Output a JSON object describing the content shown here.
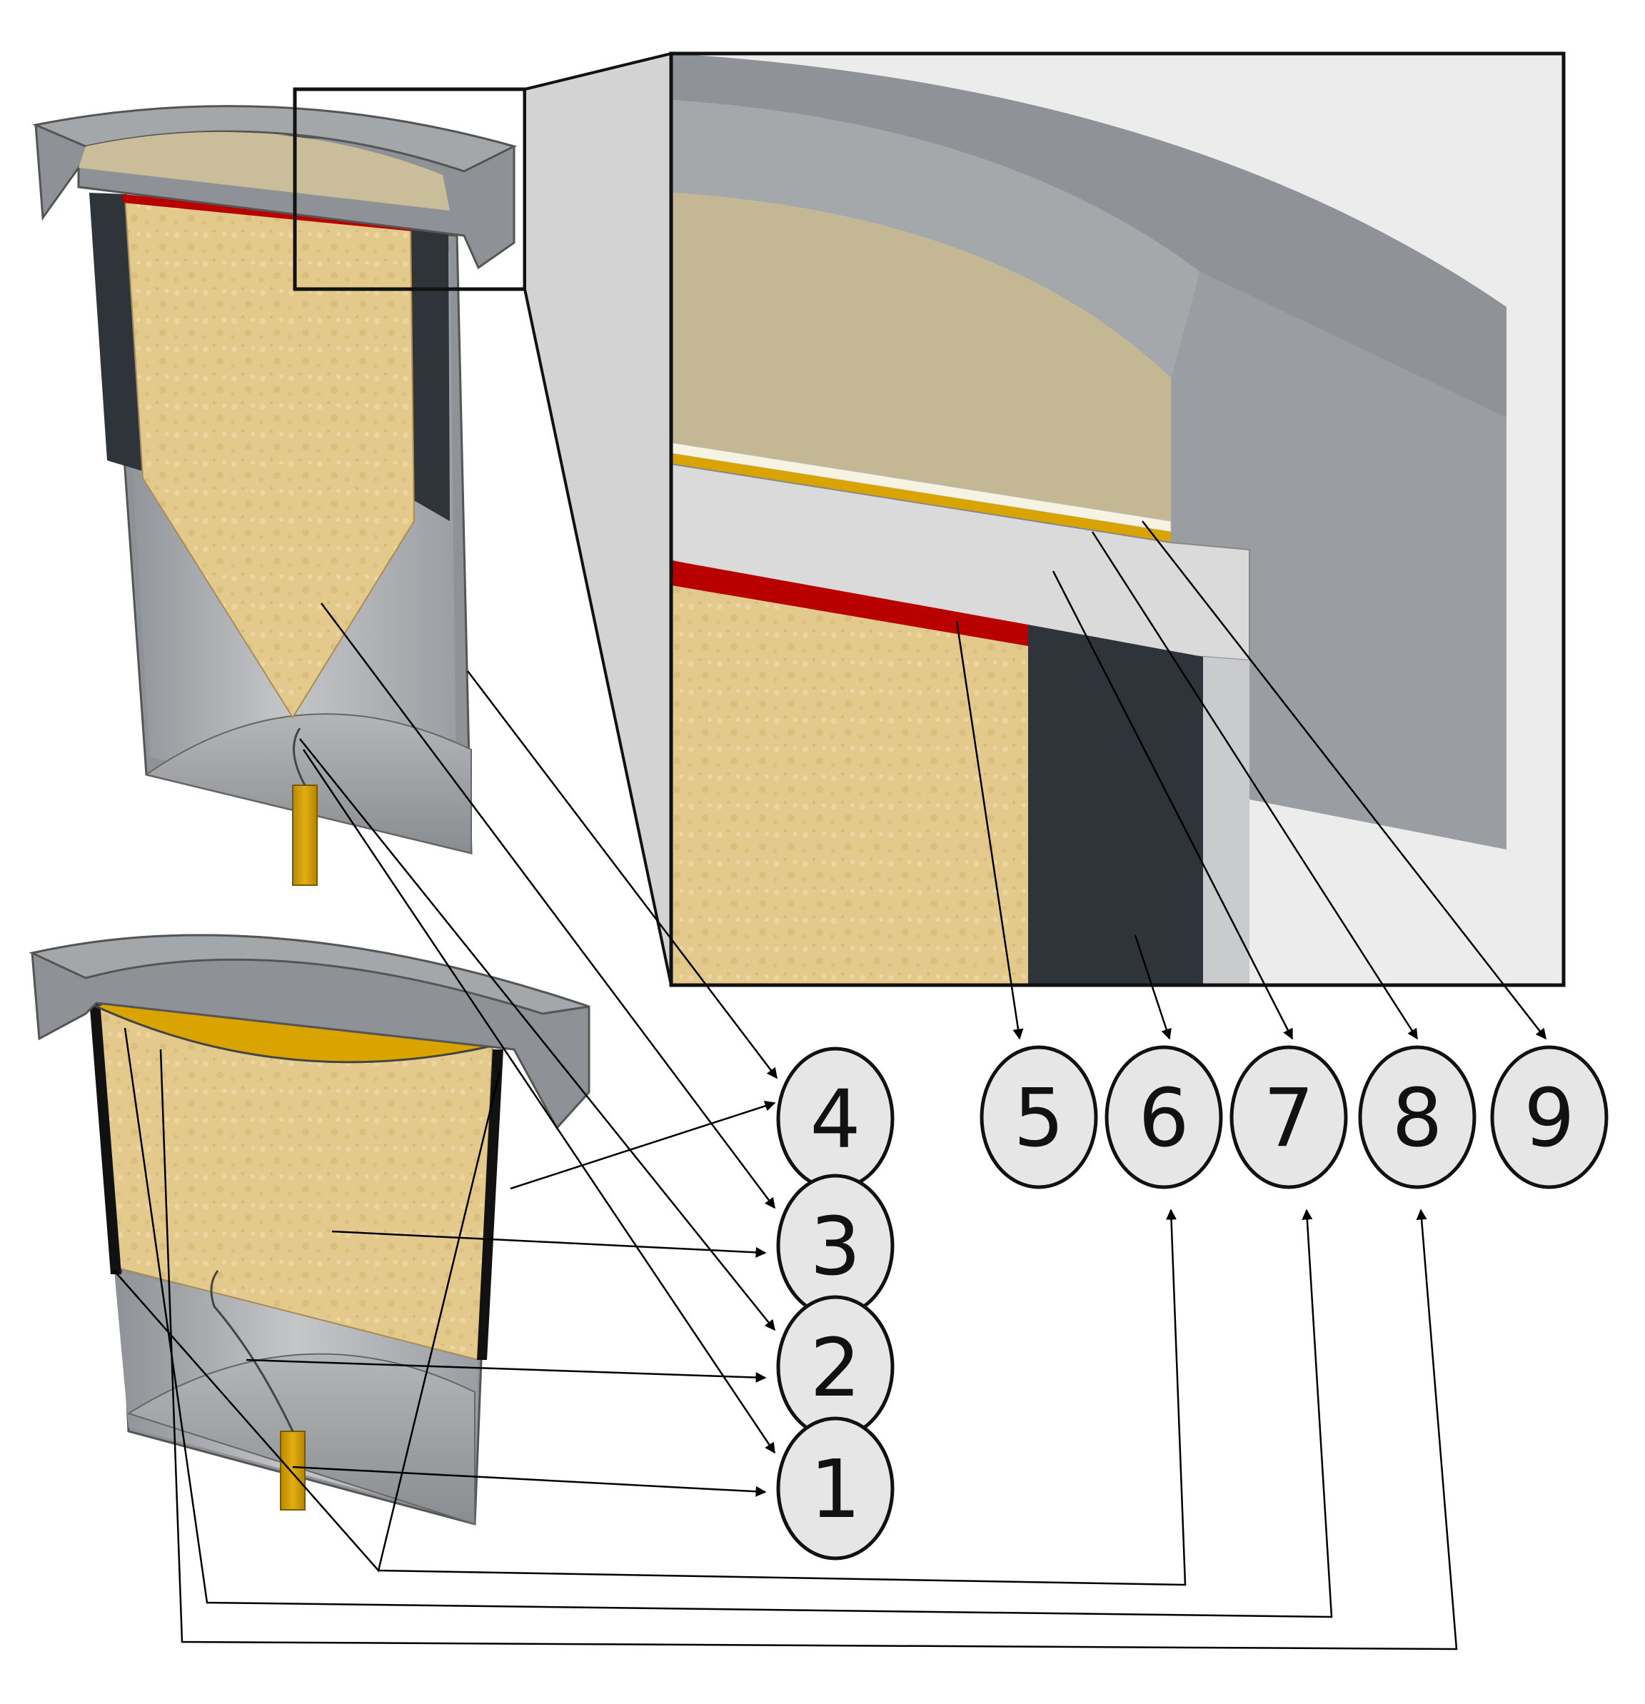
{
  "diagram": {
    "callouts": [
      {
        "id": "c1",
        "label": "1"
      },
      {
        "id": "c2",
        "label": "2"
      },
      {
        "id": "c3",
        "label": "3"
      },
      {
        "id": "c4",
        "label": "4"
      },
      {
        "id": "c5",
        "label": "5"
      },
      {
        "id": "c6",
        "label": "6"
      },
      {
        "id": "c7",
        "label": "7"
      },
      {
        "id": "c8",
        "label": "8"
      },
      {
        "id": "c9",
        "label": "9"
      }
    ],
    "colors": {
      "concrete": "#9a9da1",
      "concrete_dark": "#6e7175",
      "liner": "#c9cbcd",
      "fill_material": "#e3c98c",
      "fill_top": "#c9bd9a",
      "dark_layer": "#2f343b",
      "red_layer": "#b80000",
      "gold": "#d9a300",
      "white_layer": "#f1f1ea",
      "callout_fill": "#e6e6e6"
    }
  }
}
